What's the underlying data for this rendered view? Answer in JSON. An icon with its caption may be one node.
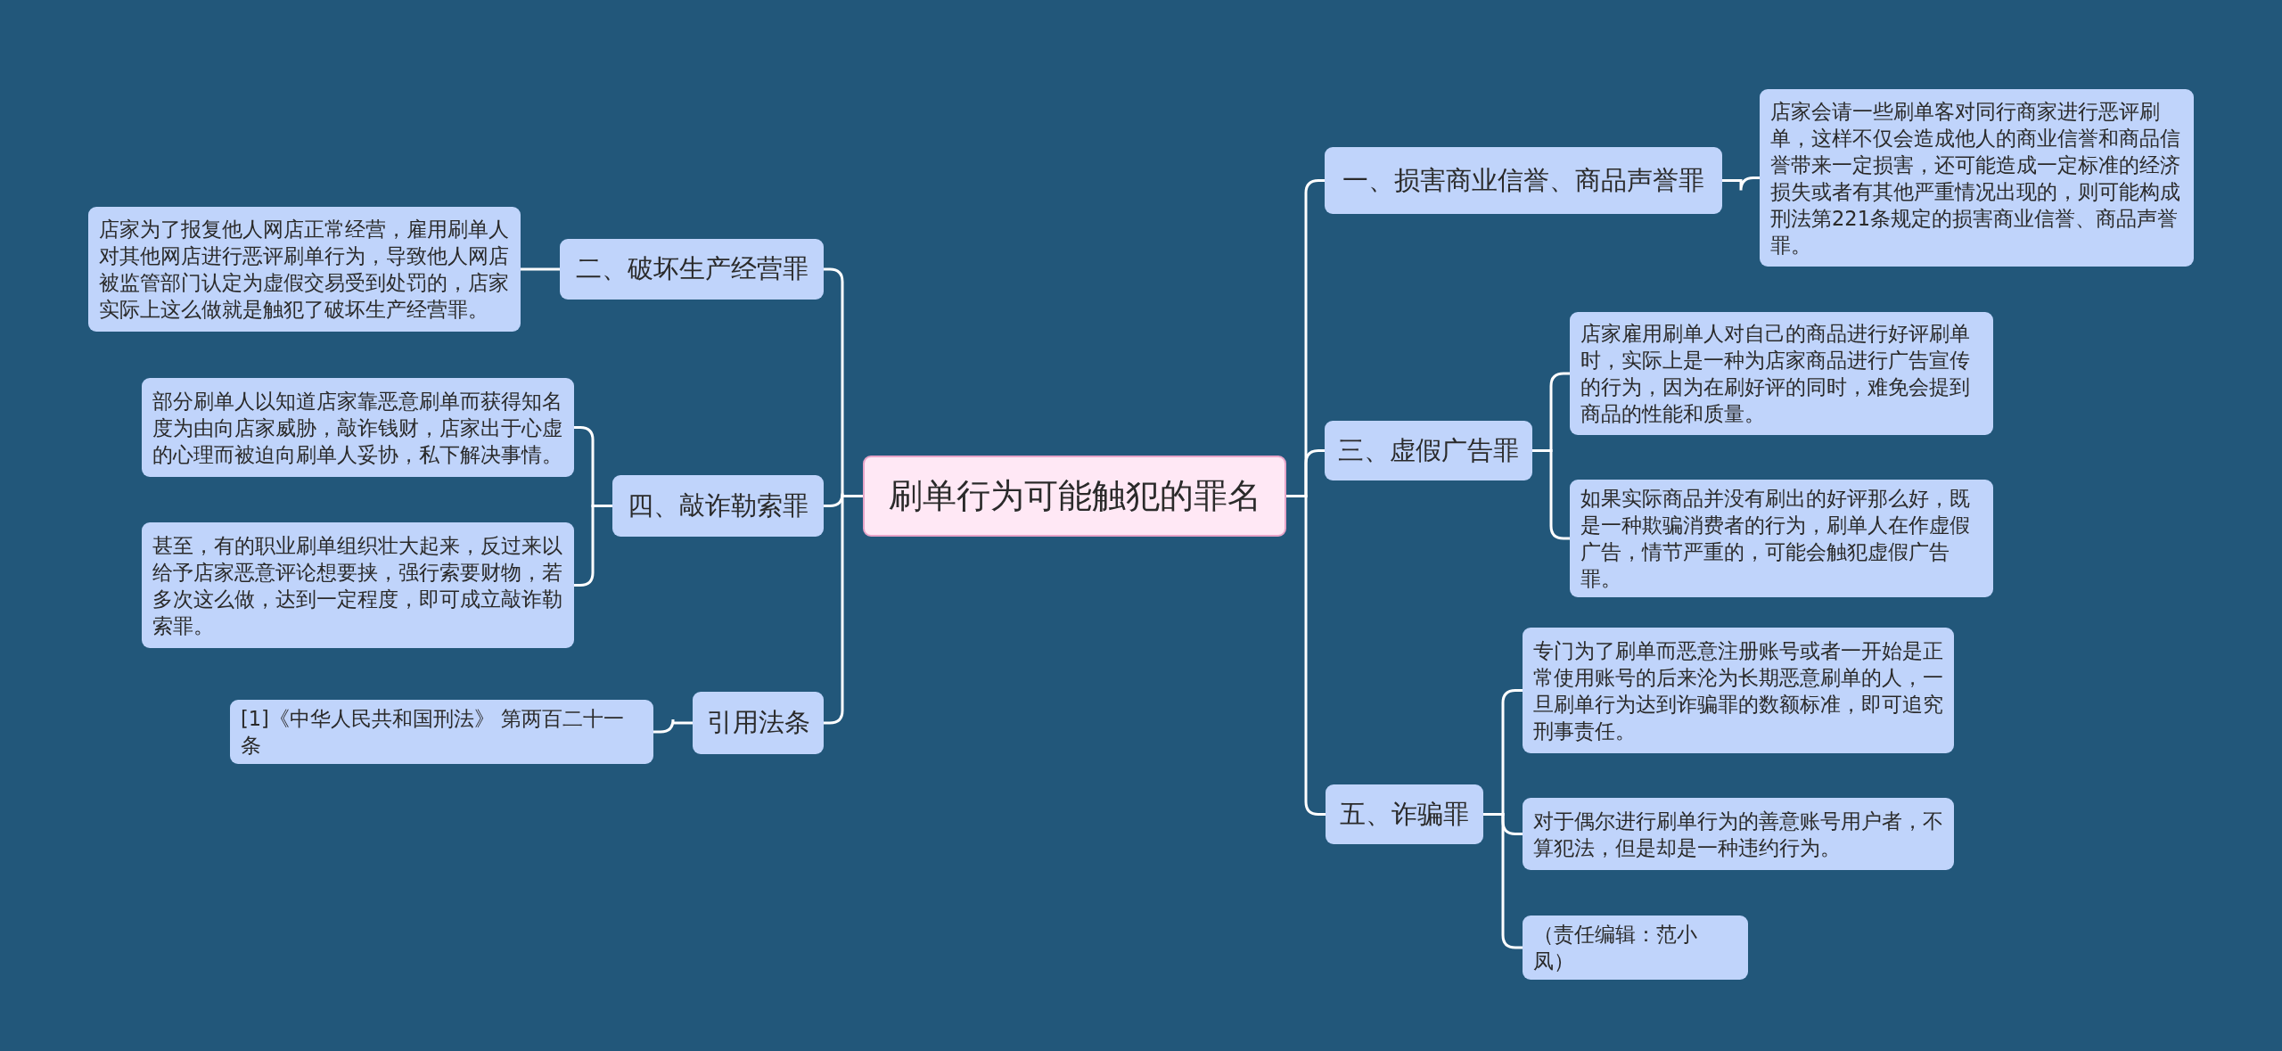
{
  "diagram": {
    "nodes": [
      {
        "text": [
          "刷单行为可能触犯的罪名"
        ]
      },
      {
        "text": [
          "一、损害商业信誉、商品声誉罪"
        ]
      },
      {
        "text": [
          "店家会请一些刷单客对同行商家进行恶评刷单，这样不仅会造成他人的商业信誉和商品信誉带来一定损害，还可能造成一定标准的经济损失或者有其他严重情况出现的，则可能构成刑法第221条规定的损害商业信誉、商品声誉罪。"
        ]
      },
      {
        "text": [
          "二、破坏生产经营罪"
        ]
      },
      {
        "text": [
          "店家为了报复他人网店正常经营，雇用刷单人对其他网店进行恶评刷单行为，导致他人网店被监管部门认定为虚假交易受到处罚的，店家实际上这么做就是触犯了破坏生产经营罪。"
        ]
      },
      {
        "text": [
          "三、虚假广告罪"
        ]
      },
      {
        "text": [
          "店家雇用刷单人对自己的商品进行好评刷单时，实际上是一种为店家商品进行广告宣传的行为，因为在刷好评的同时，难免会提到商品的性能和质量。"
        ]
      },
      {
        "text": [
          "如果实际商品并没有刷出的好评那么好，既是一种欺骗消费者的行为，刷单人在作虚假广告，情节严重的，可能会触犯虚假广告罪。"
        ]
      },
      {
        "text": [
          "四、敲诈勒索罪"
        ]
      },
      {
        "text": [
          "部分刷单人以知道店家靠恶意刷单而获得知名度为由向店家威胁，敲诈钱财，店家出于心虚的心理而被迫向刷单人妥协，私下解决事情。"
        ]
      },
      {
        "text": [
          "甚至，有的职业刷单组织壮大起来，反过来以给予店家恶意评论想要挟，强行索要财物，若多次这么做，达到一定程度，即可成立敲诈勒索罪。"
        ]
      },
      {
        "text": [
          "五、诈骗罪"
        ]
      },
      {
        "text": [
          "专门为了刷单而恶意注册账号或者一开始是正常使用账号的后来沦为长期恶意刷单的人，一旦刷单行为达到诈骗罪的数额标准，即可追究刑事责任。"
        ]
      },
      {
        "text": [
          "对于偶尔进行刷单行为的善意账号用户者，不算犯法，但是却是一种违约行为。"
        ]
      },
      {
        "text": [
          "（责任编辑：范小凤）"
        ]
      },
      {
        "text": [
          "引用法条"
        ]
      },
      {
        "text": [
          "[1]《中华人民共和国刑法》 第两百二十一条"
        ]
      }
    ],
    "edges": [
      {
        "from": 0,
        "to": 1,
        "arrow": "none"
      },
      {
        "from": 1,
        "to": 2,
        "arrow": "none"
      },
      {
        "from": 0,
        "to": 3,
        "arrow": "none"
      },
      {
        "from": 3,
        "to": 4,
        "arrow": "none"
      },
      {
        "from": 0,
        "to": 5,
        "arrow": "none"
      },
      {
        "from": 5,
        "to": 6,
        "arrow": "none"
      },
      {
        "from": 5,
        "to": 7,
        "arrow": "none"
      },
      {
        "from": 0,
        "to": 8,
        "arrow": "none"
      },
      {
        "from": 8,
        "to": 9,
        "arrow": "none"
      },
      {
        "from": 8,
        "to": 10,
        "arrow": "none"
      },
      {
        "from": 0,
        "to": 11,
        "arrow": "none"
      },
      {
        "from": 11,
        "to": 12,
        "arrow": "none"
      },
      {
        "from": 11,
        "to": 13,
        "arrow": "none"
      },
      {
        "from": 11,
        "to": 14,
        "arrow": "none"
      },
      {
        "from": 0,
        "to": 15,
        "arrow": "none"
      },
      {
        "from": 15,
        "to": 16,
        "arrow": "none"
      }
    ]
  }
}
